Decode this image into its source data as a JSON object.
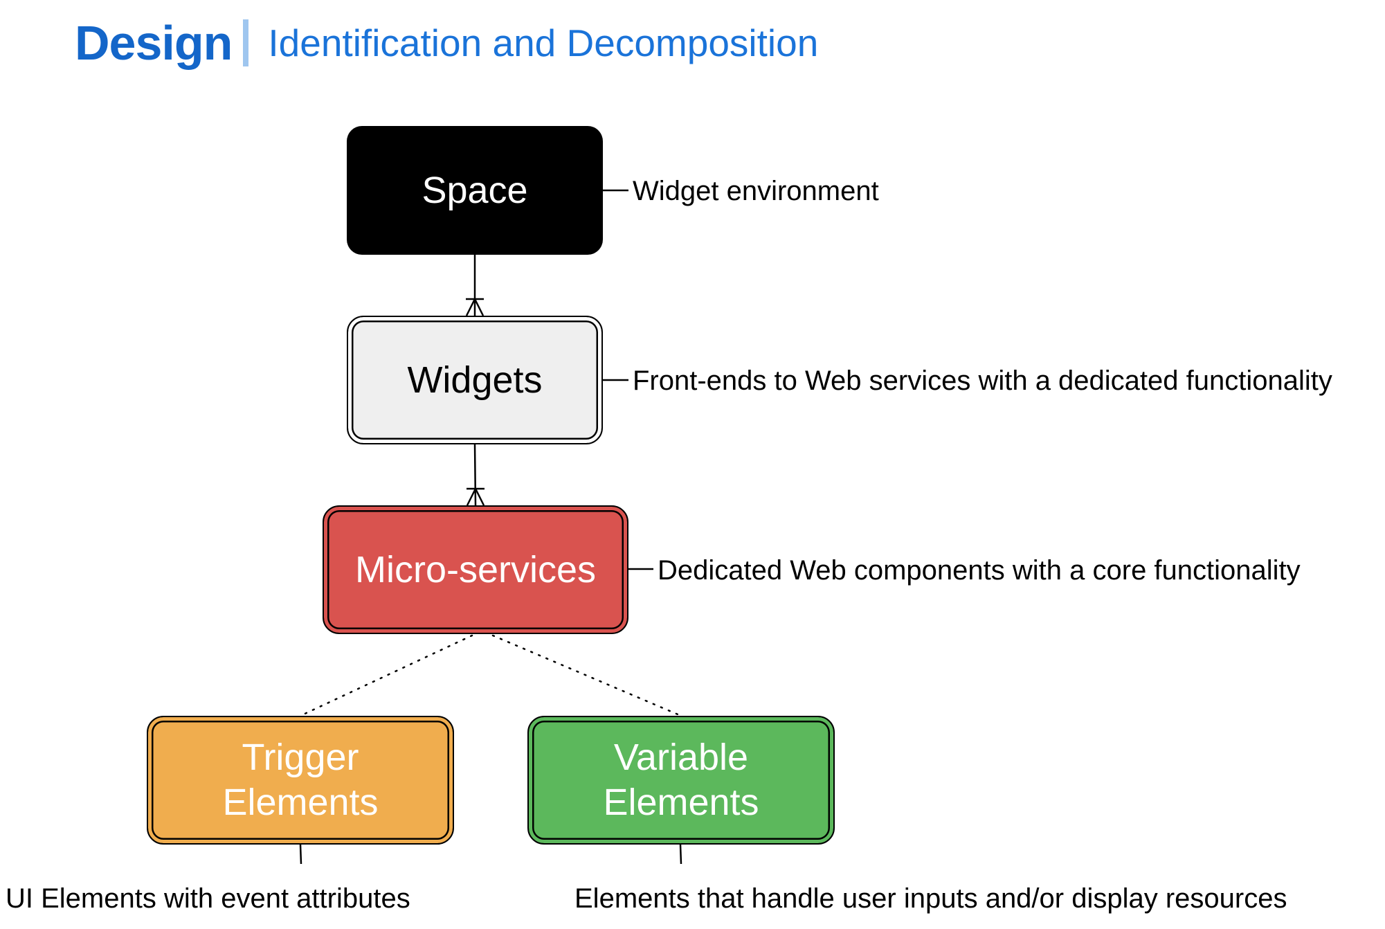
{
  "header": {
    "title": "Design",
    "subtitle": "Identification and Decomposition"
  },
  "nodes": {
    "space": {
      "label": "Space",
      "description": "Widget environment",
      "fill": "#000000"
    },
    "widgets": {
      "label": "Widgets",
      "description": "Front-ends to Web services with a dedicated functionality",
      "fill": "#efefef"
    },
    "micro_services": {
      "label": "Micro-services",
      "description": "Dedicated Web components with a core functionality",
      "fill": "#d9534f"
    },
    "trigger_elements": {
      "label_line1": "Trigger",
      "label_line2": "Elements",
      "description": "UI Elements with event attributes",
      "fill": "#f0ad4e"
    },
    "variable_elements": {
      "label_line1": "Variable",
      "label_line2": "Elements",
      "description": "Elements that handle user inputs and/or display resources",
      "fill": "#5cb85c"
    }
  },
  "colors": {
    "title": "#1466c9",
    "subtitle": "#1a73d9",
    "title_divider": "#9fc6ef"
  }
}
